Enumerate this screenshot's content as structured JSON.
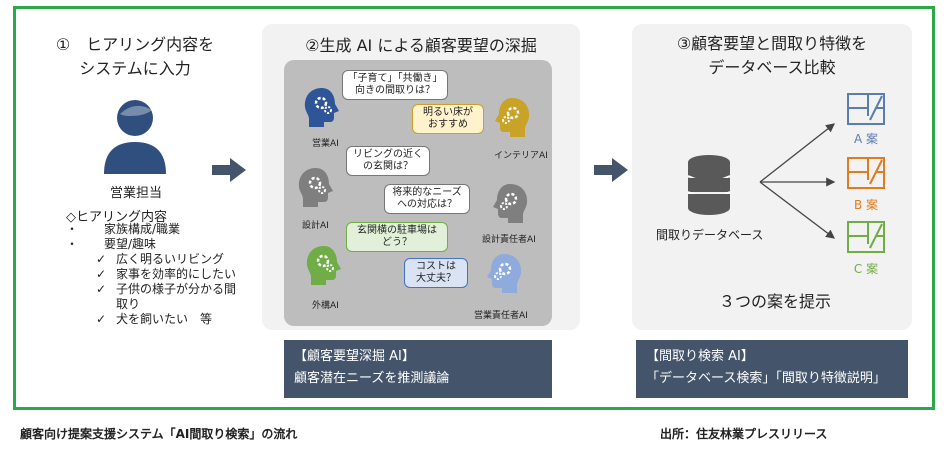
{
  "section1": {
    "title_line1": "①　ヒアリング内容を",
    "title_line2": "システムに入力",
    "person_label": "営業担当",
    "hearing_heading": "◇ヒアリング内容",
    "items": [
      {
        "bullet": "・",
        "text": "家族構成/職業"
      },
      {
        "bullet": "・",
        "text": "要望/趣味"
      }
    ],
    "wishes": [
      "広く明るいリビング",
      "家事を効率的にしたい",
      "子供の様子が分かる間",
      "取り",
      "犬を飼いたい　等"
    ]
  },
  "section2": {
    "title": "②生成 AI による顧客要望の深掘",
    "bubbles": {
      "q1_l1": "「子育て」「共働き」",
      "q1_l2": "向きの間取りは？",
      "a1_l1": "明るい床が",
      "a1_l2": "おすすめ",
      "q2_l1": "リビングの近く",
      "q2_l2": "の玄関は？",
      "q3_l1": "将来的なニーズ",
      "q3_l2": "への対応は？",
      "q4_l1": "玄関横の駐車場は",
      "q4_l2": "どう？",
      "q5_l1": "コストは",
      "q5_l2": "大丈夫？"
    },
    "agents": {
      "sales": "営業AI",
      "interior": "インテリアAI",
      "design": "設計AI",
      "design_lead": "設計責任者AI",
      "exterior": "外構AI",
      "sales_lead": "営業責任者AI"
    },
    "box_title": "【顧客要望深掘 AI】",
    "box_text": "顧客潜在ニーズを推測議論"
  },
  "section3": {
    "title_line1": "③顧客要望と間取り特徴を",
    "title_line2": "データベース比較",
    "db_label": "間取りデータベース",
    "plans": [
      "A 案",
      "B 案",
      "C 案"
    ],
    "result": "３つの案を提示",
    "box_title": "【間取り検索 AI】",
    "box_text": "「データベース検索」「間取り特徴説明」"
  },
  "caption": "顧客向け提案支援システム「AI間取り検索」の流れ",
  "source": "出所：住友林業プレスリリース",
  "colors": {
    "frame": "#2aa84a",
    "navy": "#44546a",
    "person": "#2f4f7f",
    "sales_ai": "#2e5597",
    "interior_ai": "#c9a227",
    "design_ai": "#7f7f7f",
    "exterior_ai": "#70ad47",
    "sales_lead_ai": "#8faadc",
    "plan_a": "#5b7cb1",
    "plan_b": "#e07b1f",
    "plan_c": "#70ad47"
  }
}
